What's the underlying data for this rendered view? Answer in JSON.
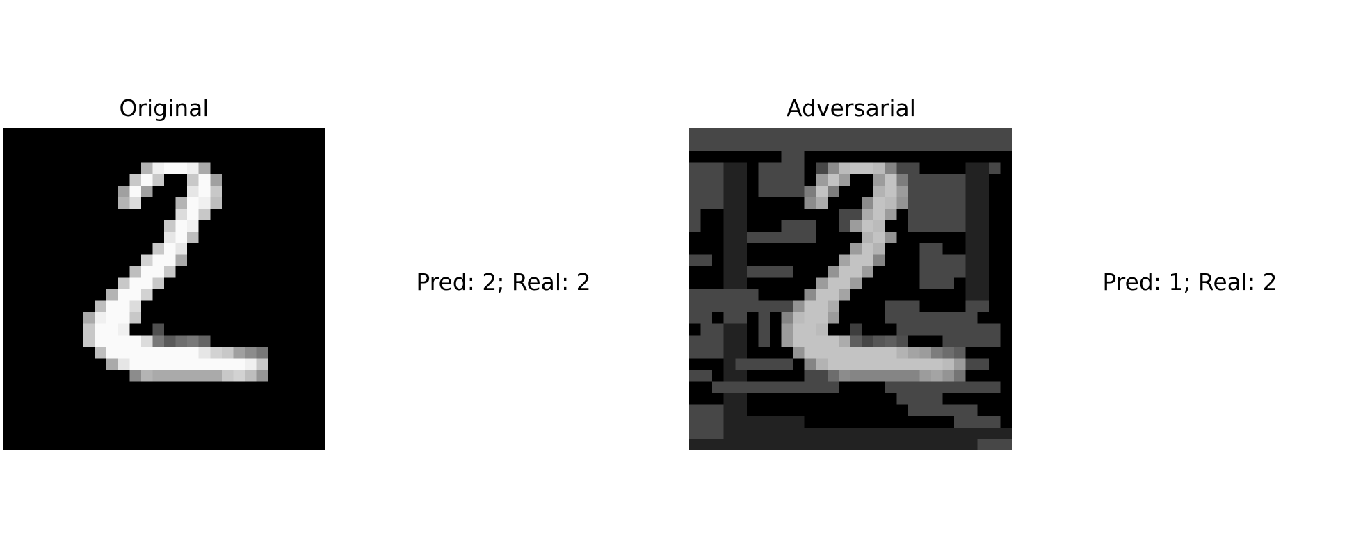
{
  "panels": [
    {
      "title": "Original",
      "caption": "Pred: 2; Real: 2"
    },
    {
      "title": "Adversarial",
      "caption": "Pred: 1; Real: 2"
    }
  ],
  "colors": {
    "background": "#ffffff",
    "image_background": "#000000",
    "adversarial_noise": "#474747",
    "adversarial_dark": "#222222"
  }
}
